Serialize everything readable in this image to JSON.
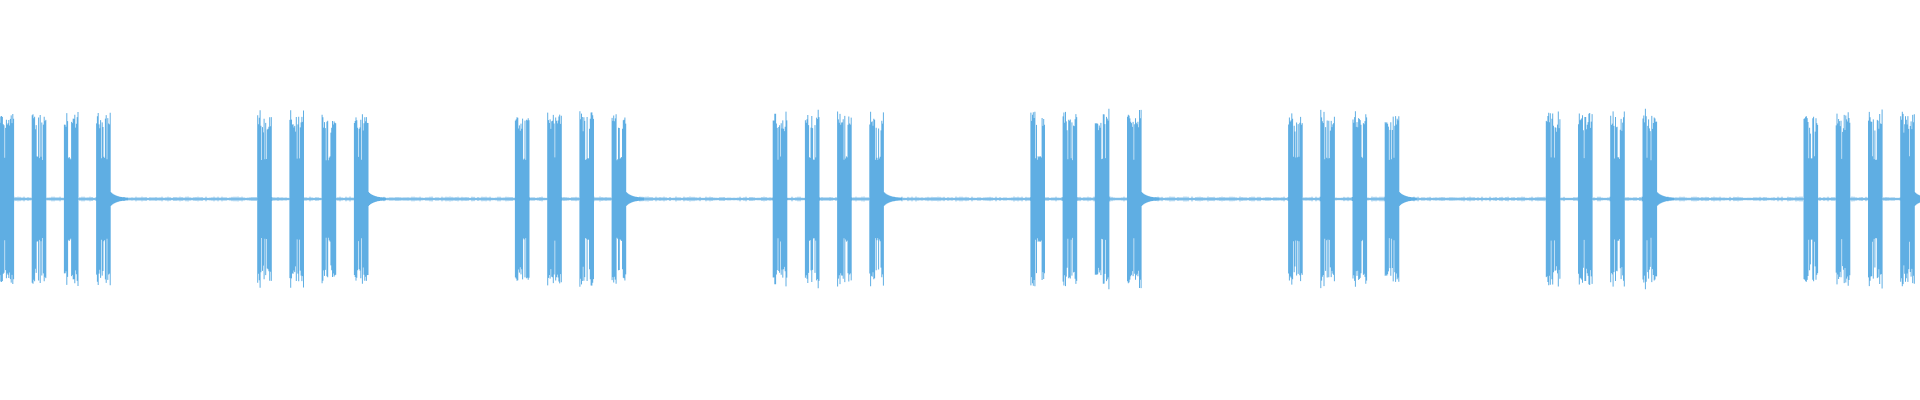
{
  "waveform": {
    "color": "#5faee3",
    "background": "#ffffff",
    "groups": 8,
    "bursts_per_group": 4,
    "group_period_seconds": 1.0,
    "burst_period_seconds": 0.125,
    "burst_duration_seconds": 0.055,
    "total_duration_seconds": 7.45,
    "burst_amplitude": 0.9,
    "burst_center_amplitude": 0.42,
    "noise_floor": 0.012
  }
}
